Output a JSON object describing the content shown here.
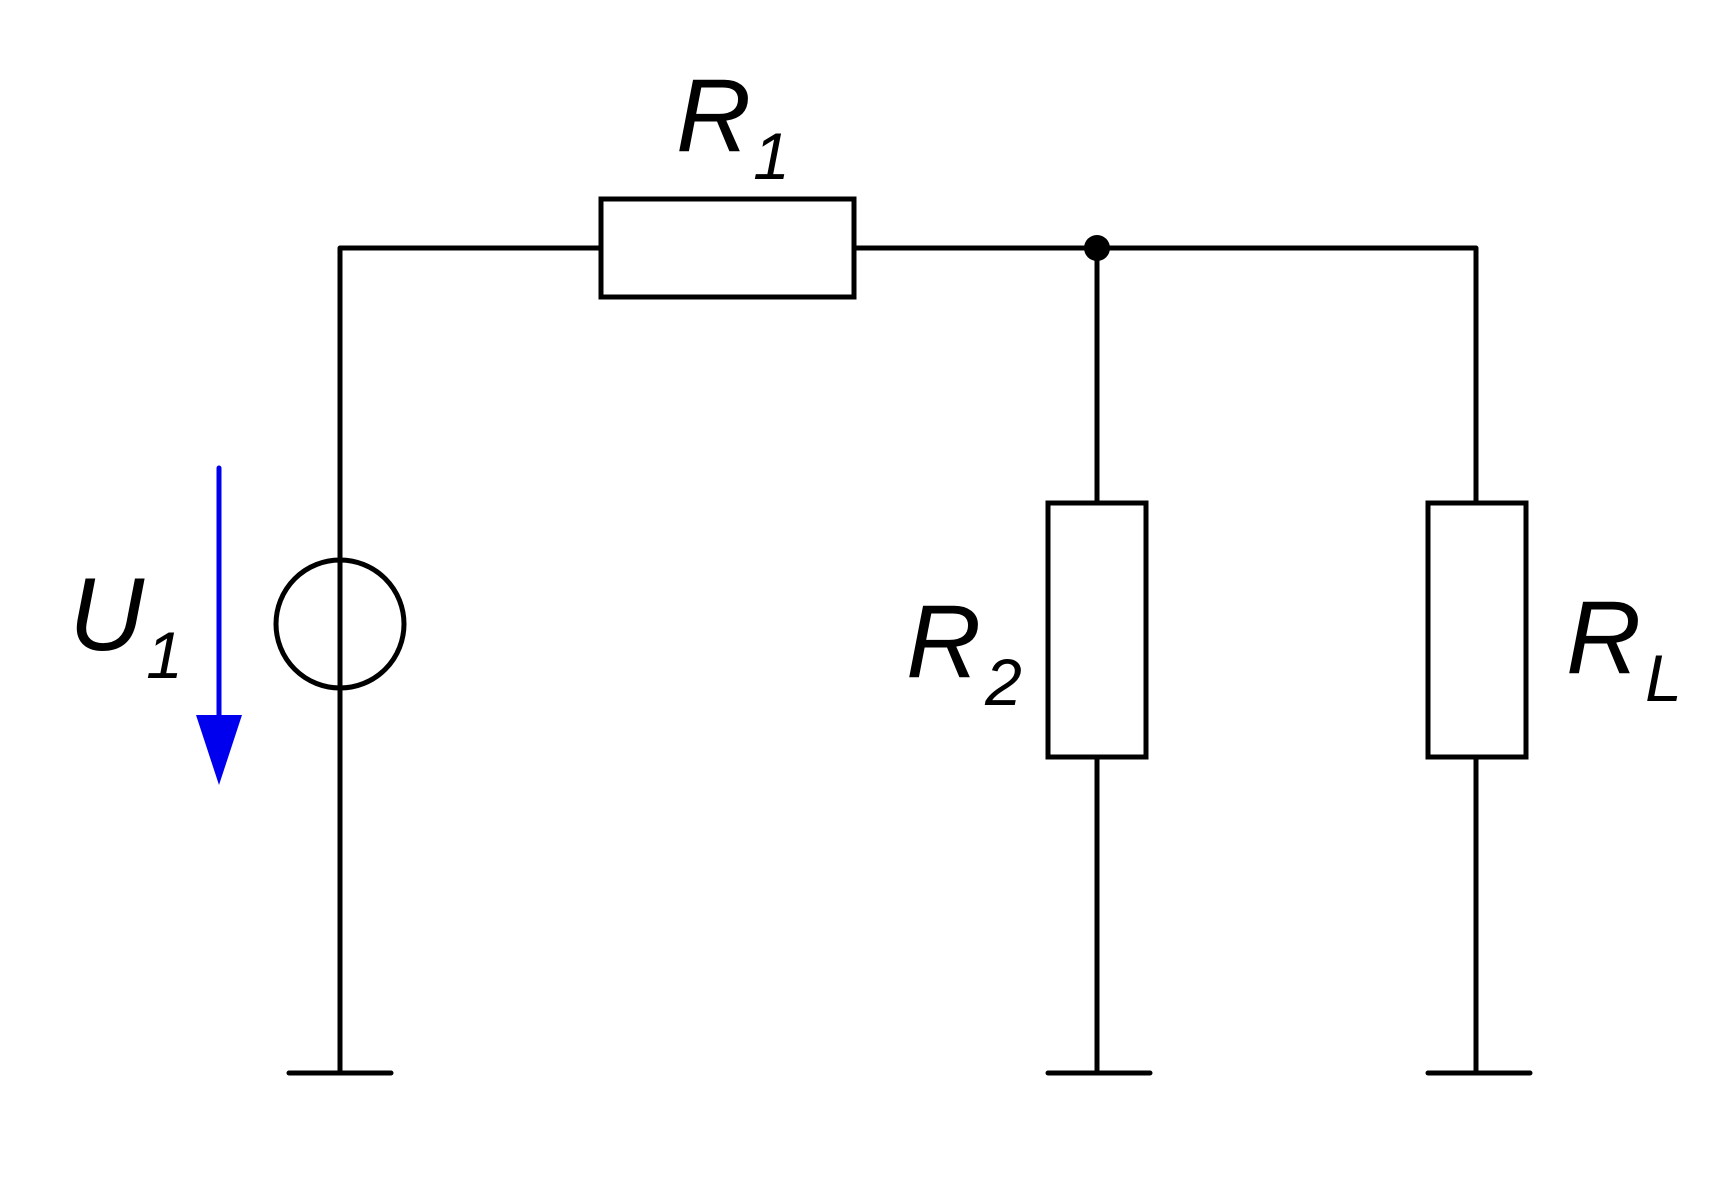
{
  "components": {
    "r1": {
      "letter": "R",
      "subscript": "1"
    },
    "r2": {
      "letter": "R",
      "subscript": "2"
    },
    "rl": {
      "letter": "R",
      "subscript": "L"
    },
    "u1": {
      "letter": "U",
      "subscript": "1"
    }
  },
  "colors": {
    "wire": "#000000",
    "voltage_arrow": "#0000ee"
  }
}
